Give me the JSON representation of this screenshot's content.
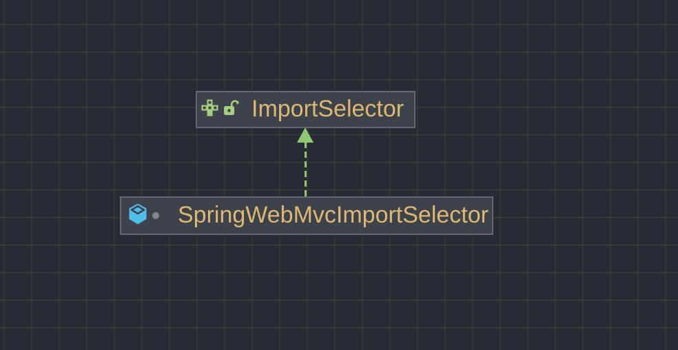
{
  "diagram": {
    "kind": "uml-class-diagram",
    "nodes": [
      {
        "label": "ImportSelector",
        "element_type": "interface",
        "icons": [
          "interface-icon",
          "unlocked-icon"
        ]
      },
      {
        "label": "SpringWebMvcImportSelector",
        "element_type": "class",
        "icons": [
          "class-icon",
          "package-private-dot-icon"
        ]
      }
    ],
    "edges": [
      {
        "from": "SpringWebMvcImportSelector",
        "to": "ImportSelector",
        "relation": "implements",
        "line_style": "dashed",
        "arrowhead": "solid-triangle-up"
      }
    ]
  },
  "colors": {
    "canvas_bg": "#272b33",
    "grid_line": "#3a3a37",
    "node_bg": "#3e424b",
    "node_border": "#646870",
    "label_text": "#dcb873",
    "edge_green": "#8fc873",
    "icon_green": "#a6ce80",
    "icon_blue": "#4fbeea",
    "visibility_dot_gray": "#85888b"
  }
}
